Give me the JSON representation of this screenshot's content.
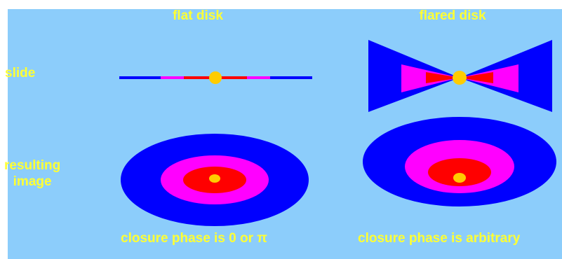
{
  "titles": {
    "flat": "flat disk",
    "flared": "flared disk"
  },
  "rows": {
    "slide": "slide",
    "image_line1": "resulting",
    "image_line2": "image"
  },
  "captions": {
    "flat": "closure phase is 0 or π",
    "flared": "closure phase is arbitrary"
  },
  "colors": {
    "background": "#8ccdfb",
    "text": "#ffff33",
    "outer": "#0000ff",
    "middle": "#ff00ff",
    "inner": "#ff0000",
    "star": "#ffcc00"
  }
}
